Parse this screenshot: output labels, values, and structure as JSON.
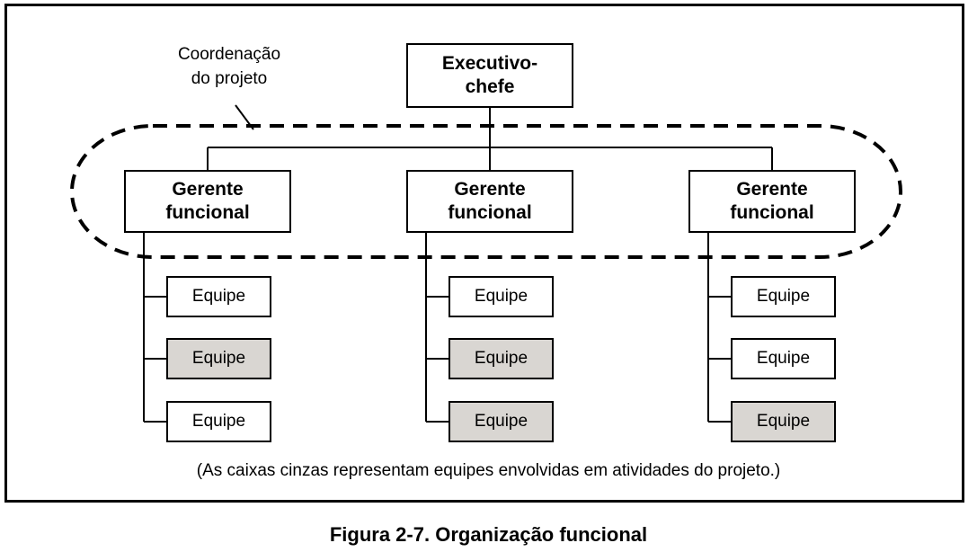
{
  "diagram": {
    "coordination_label_line1": "Coordenação",
    "coordination_label_line2": "do projeto",
    "executive": {
      "line1": "Executivo-",
      "line2": "chefe"
    },
    "managers": [
      {
        "line1": "Gerente",
        "line2": "funcional",
        "teams": [
          {
            "label": "Equipe",
            "gray": false
          },
          {
            "label": "Equipe",
            "gray": true
          },
          {
            "label": "Equipe",
            "gray": false
          }
        ]
      },
      {
        "line1": "Gerente",
        "line2": "funcional",
        "teams": [
          {
            "label": "Equipe",
            "gray": false
          },
          {
            "label": "Equipe",
            "gray": true
          },
          {
            "label": "Equipe",
            "gray": true
          }
        ]
      },
      {
        "line1": "Gerente",
        "line2": "funcional",
        "teams": [
          {
            "label": "Equipe",
            "gray": false
          },
          {
            "label": "Equipe",
            "gray": false
          },
          {
            "label": "Equipe",
            "gray": true
          }
        ]
      }
    ],
    "note": "(As caixas cinzas representam equipes envolvidas em atividades do projeto.)",
    "gray_color": "#d9d6d2"
  },
  "caption": "Figura 2-7. Organização funcional"
}
